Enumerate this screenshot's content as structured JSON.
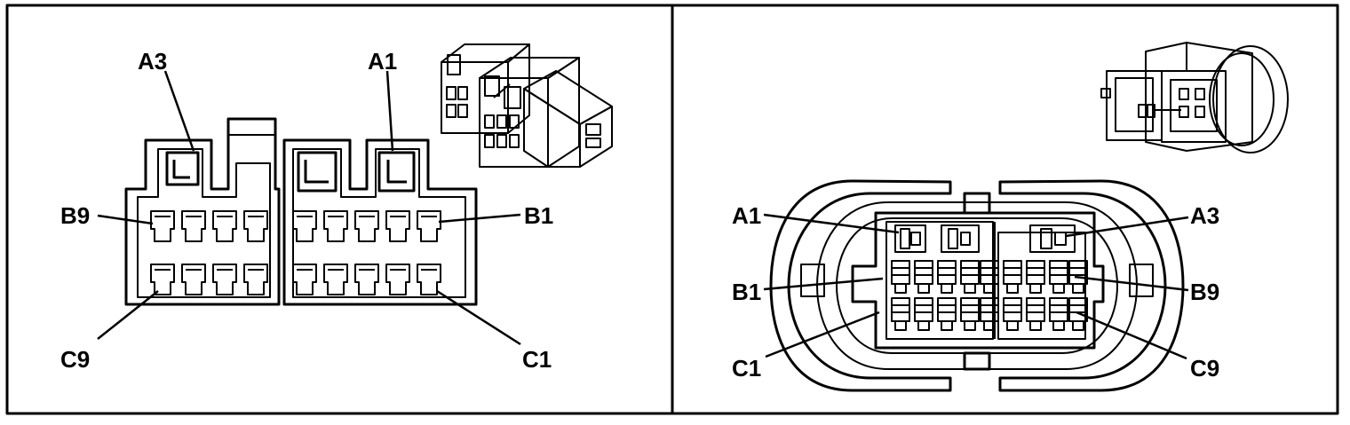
{
  "left_connector": {
    "pin_labels": {
      "a3": "A3",
      "a1": "A1",
      "b9": "B9",
      "b1": "B1",
      "c9": "C9",
      "c1": "C1"
    }
  },
  "right_connector": {
    "pin_labels": {
      "a1": "A1",
      "a3": "A3",
      "b1": "B1",
      "b9": "B9",
      "c1": "C1",
      "c9": "C9"
    }
  }
}
